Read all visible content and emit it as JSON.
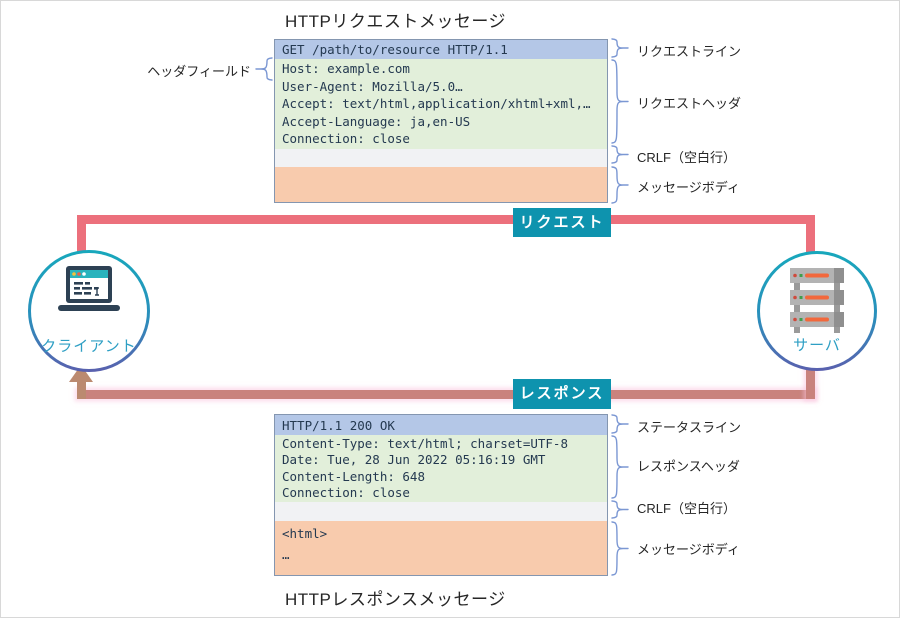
{
  "titles": {
    "request": "HTTPリクエストメッセージ",
    "response": "HTTPレスポンスメッセージ"
  },
  "request_message": {
    "request_line": "GET /path/to/resource HTTP/1.1",
    "headers": [
      "Host: example.com",
      "User-Agent: Mozilla/5.0…",
      "Accept: text/html,application/xhtml+xml,…",
      "Accept-Language: ja,en-US",
      "Connection: close"
    ],
    "crlf": "",
    "body": ""
  },
  "request_annotations": {
    "header_field": "ヘッダフィールド",
    "request_line": "リクエストライン",
    "headers": "リクエストヘッダ",
    "crlf": "CRLF（空白行）",
    "body": "メッセージボディ"
  },
  "response_message": {
    "status_line": "HTTP/1.1 200 OK",
    "headers": [
      "Content-Type: text/html; charset=UTF-8",
      "Date: Tue, 28 Jun 2022 05:16:19 GMT",
      "Content-Length: 648",
      "Connection: close"
    ],
    "crlf": "",
    "body": [
      "<html>",
      "…"
    ]
  },
  "response_annotations": {
    "status_line": "ステータスライン",
    "headers": "レスポンスヘッダ",
    "crlf": "CRLF（空白行）",
    "body": "メッセージボディ"
  },
  "flow": {
    "request_badge": "リクエスト",
    "response_badge": "レスポンス",
    "client": "クライアント",
    "server": "サーバ"
  },
  "colors": {
    "request_line_bg": "#b4c7e7",
    "headers_bg": "#e2efda",
    "crlf_bg": "#f1f2f4",
    "body_bg": "#f8cbad",
    "box_border": "#8496b0",
    "badge_bg": "#0e93ae",
    "request_arrow": "#ec707c",
    "response_arrow": "#c9827d",
    "arrow_head": "#bb8a70",
    "brace": "#7b97d3",
    "node_label": "#2e9fc4"
  }
}
